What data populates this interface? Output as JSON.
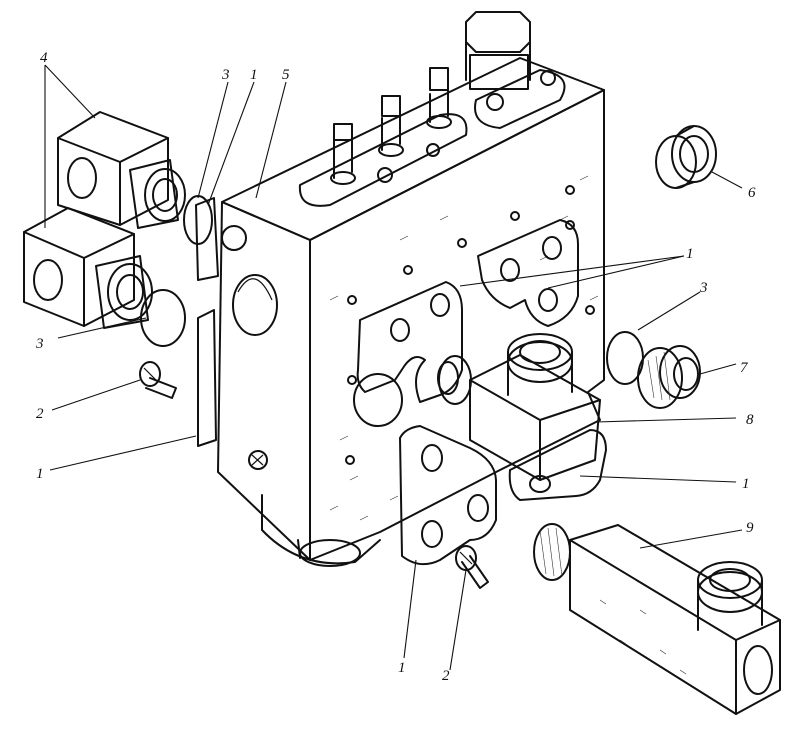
{
  "diagram": {
    "callouts": {
      "c4": "4",
      "c3a": "3",
      "c1a": "1",
      "c5": "5",
      "c6": "6",
      "c1b": "1",
      "c3b": "3",
      "c3c": "3",
      "c7": "7",
      "c2a": "2",
      "c8": "8",
      "c1c": "1",
      "c1d": "1",
      "c9": "9",
      "c1e": "1",
      "c2b": "2"
    }
  }
}
